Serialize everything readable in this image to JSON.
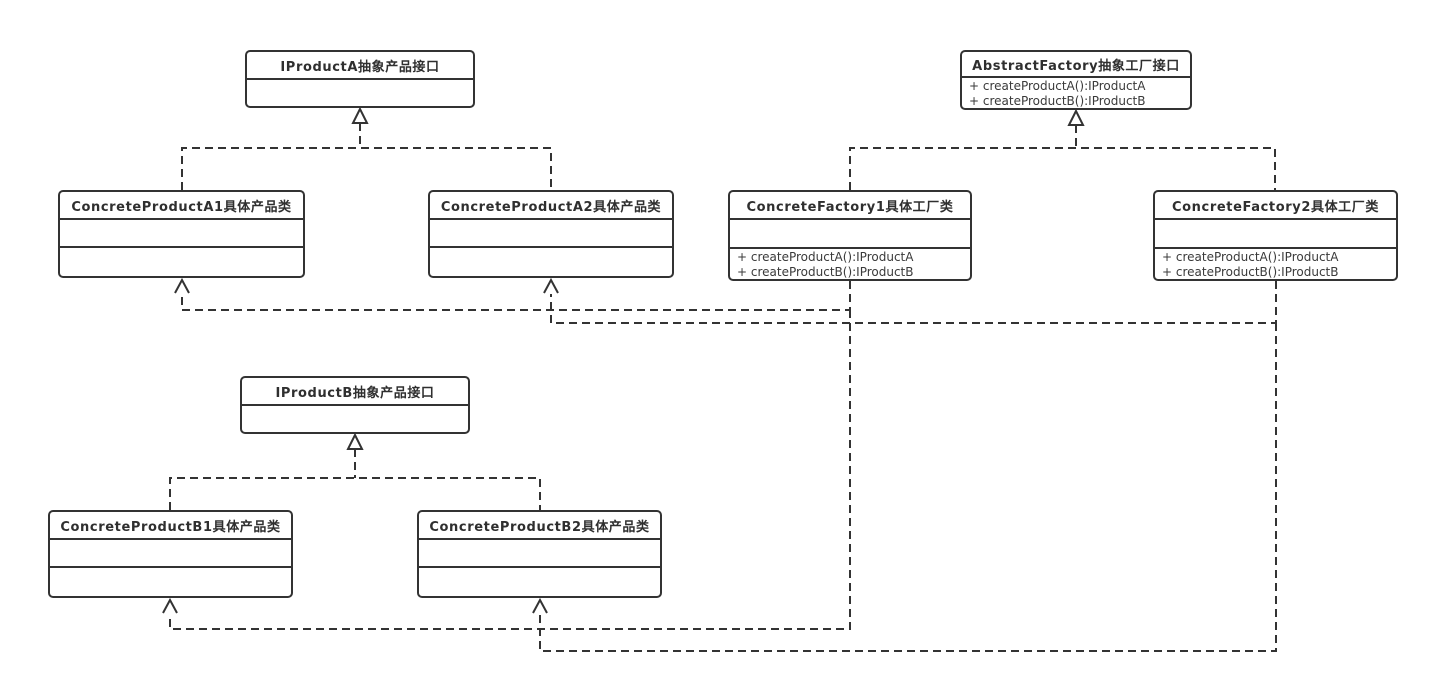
{
  "diagram": {
    "type": "uml-class-diagram",
    "pattern": "Abstract Factory",
    "colors": {
      "line": "#333333",
      "text": "#333333",
      "background": "#ffffff"
    },
    "classes": {
      "iproduct_a": {
        "name": "IProductA抽象产品接口"
      },
      "abstract_factory": {
        "name": "AbstractFactory抽象工厂接口",
        "methods": [
          "+ createProductA():IProductA",
          "+ createProductB():IProductB"
        ]
      },
      "concrete_product_a1": {
        "name": "ConcreteProductA1具体产品类"
      },
      "concrete_product_a2": {
        "name": "ConcreteProductA2具体产品类"
      },
      "concrete_factory_1": {
        "name": "ConcreteFactory1具体工厂类",
        "methods": [
          "+ createProductA():IProductA",
          "+ createProductB():IProductB"
        ]
      },
      "concrete_factory_2": {
        "name": "ConcreteFactory2具体工厂类",
        "methods": [
          "+ createProductA():IProductA",
          "+ createProductB():IProductB"
        ]
      },
      "iproduct_b": {
        "name": "IProductB抽象产品接口"
      },
      "concrete_product_b1": {
        "name": "ConcreteProductB1具体产品类"
      },
      "concrete_product_b2": {
        "name": "ConcreteProductB2具体产品类"
      }
    },
    "relationships": [
      {
        "type": "realization",
        "from": "ConcreteProductA1具体产品类",
        "to": "IProductA抽象产品接口"
      },
      {
        "type": "realization",
        "from": "ConcreteProductA2具体产品类",
        "to": "IProductA抽象产品接口"
      },
      {
        "type": "realization",
        "from": "ConcreteFactory1具体工厂类",
        "to": "AbstractFactory抽象工厂接口"
      },
      {
        "type": "realization",
        "from": "ConcreteFactory2具体工厂类",
        "to": "AbstractFactory抽象工厂接口"
      },
      {
        "type": "realization",
        "from": "ConcreteProductB1具体产品类",
        "to": "IProductB抽象产品接口"
      },
      {
        "type": "realization",
        "from": "ConcreteProductB2具体产品类",
        "to": "IProductB抽象产品接口"
      },
      {
        "type": "dependency",
        "from": "ConcreteFactory1具体工厂类",
        "to": "ConcreteProductA1具体产品类"
      },
      {
        "type": "dependency",
        "from": "ConcreteFactory1具体工厂类",
        "to": "ConcreteProductB1具体产品类"
      },
      {
        "type": "dependency",
        "from": "ConcreteFactory2具体工厂类",
        "to": "ConcreteProductA2具体产品类"
      },
      {
        "type": "dependency",
        "from": "ConcreteFactory2具体工厂类",
        "to": "ConcreteProductB2具体产品类"
      }
    ]
  }
}
